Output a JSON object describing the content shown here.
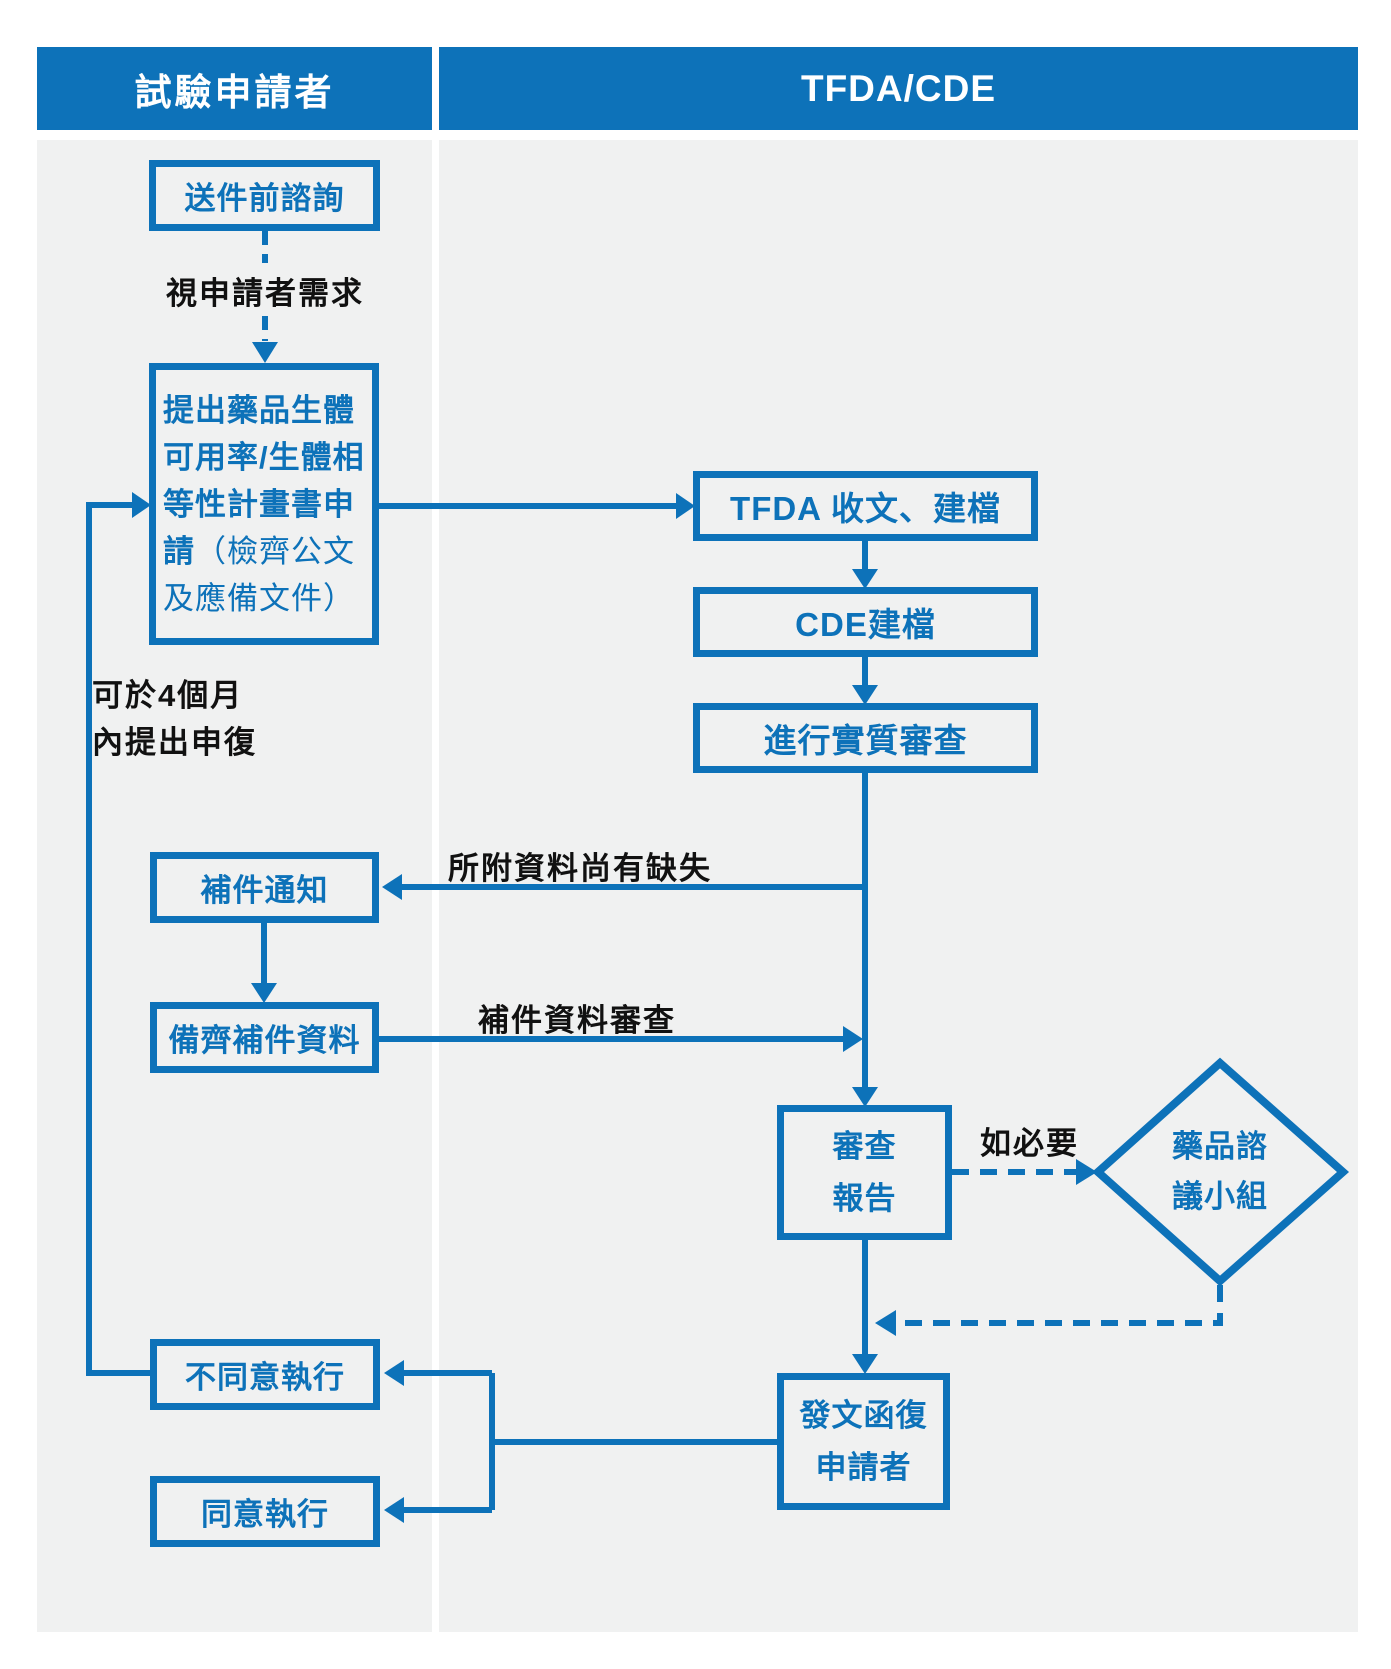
{
  "columns": {
    "left": {
      "header": "試驗申請者"
    },
    "right": {
      "header": "TFDA/CDE"
    }
  },
  "nodes": {
    "presubmission": "送件前諮詢",
    "application_bold": "提出藥品生體可用率/生體相等性計畫書申請",
    "application_note": "（檢齊公文及應備文件）",
    "supplement_notice": "補件通知",
    "prepare_supplement": "備齊補件資料",
    "disagree": "不同意執行",
    "agree": "同意執行",
    "tfda_receive": "TFDA 收文、建檔",
    "cde_file": "CDE建檔",
    "substantive_review": "進行實質審查",
    "review_report": "審查\n報告",
    "advisory_panel": "藥品諮\n議小組",
    "reply_applicant": "發文函復\n申請者"
  },
  "labels": {
    "per_applicant_need": "視申請者需求",
    "appeal_within": "可於4個月\n內提出申復",
    "missing_data": "所附資料尚有缺失",
    "supplement_review": "補件資料審查",
    "if_necessary": "如必要"
  },
  "colors": {
    "accent": "#0D72B9",
    "column_background": "#F0F1F1",
    "header_text": "#FFFFFF",
    "label_text": "#111111",
    "page_background": "#FFFFFF"
  }
}
